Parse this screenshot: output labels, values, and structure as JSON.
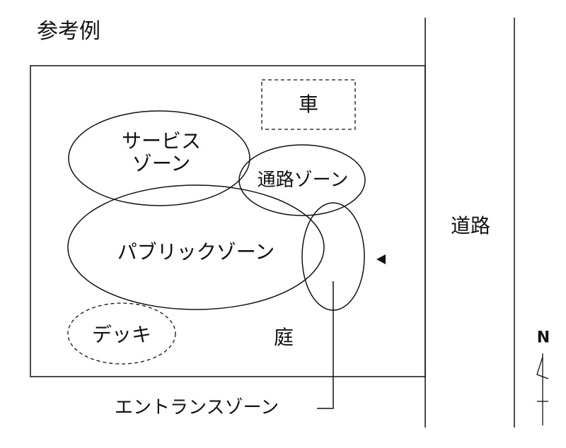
{
  "title": "参考例",
  "zones": {
    "car": "車",
    "service_line1": "サービス",
    "service_line2": "ゾーン",
    "passage": "通路ゾーン",
    "public": "パブリックゾーン",
    "deck": "デッキ",
    "garden": "庭",
    "entrance": "エントランスゾーン"
  },
  "road": "道路",
  "north": "N",
  "colors": {
    "line": "#111111",
    "background": "#ffffff"
  }
}
